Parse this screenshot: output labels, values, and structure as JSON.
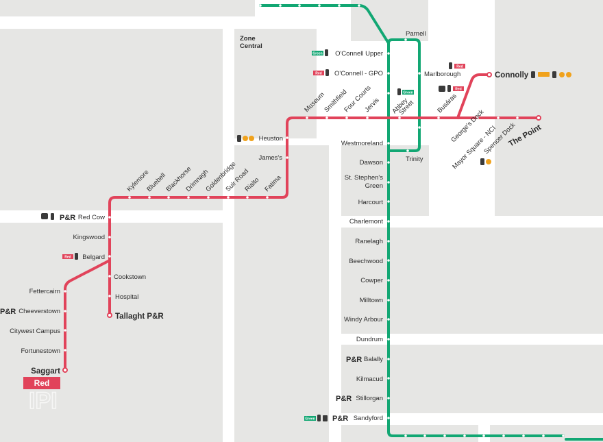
{
  "map": {
    "zone_label": "Zone Central",
    "zone_label_lines": [
      "Zone",
      "Central"
    ],
    "line_legend": "Red",
    "watermark": "IPI",
    "colors": {
      "red_line": "#e1435a",
      "green_line": "#12a773",
      "block": "#e6e6e4",
      "road": "#ffffff",
      "accent": "#f0a21c"
    },
    "badge_red": "Red",
    "badge_green": "Green",
    "park_and_ride": "P&R",
    "red_line_stops": {
      "saggart_branch": [
        "Saggart",
        "Fortunestown",
        "Citywest Campus",
        "Cheeverstown",
        "Fettercairn"
      ],
      "tallaght_branch": [
        "Tallaght P&R",
        "Hospital",
        "Cookstown"
      ],
      "trunk": [
        "Belgard",
        "Kingswood",
        "Red Cow",
        "Kylemore",
        "Bluebell",
        "Blackhorse",
        "Drimnagh",
        "Goldenbridge",
        "Suir Road",
        "Rialto",
        "Fatima",
        "James's",
        "Heuston",
        "Museum",
        "Smithfield",
        "Four Courts",
        "Jervis",
        "Abbey Street",
        "Busáras",
        "George's Dock",
        "Mayor Square - NCI",
        "Spencer Dock",
        "The Point"
      ],
      "connolly_spur": [
        "Connolly"
      ]
    },
    "green_line_stops": [
      "O'Connell Upper",
      "O'Connell - GPO",
      "Parnell",
      "Marlborough",
      "Westmoreland",
      "Trinity",
      "Dawson",
      "St. Stephen's Green",
      "Harcourt",
      "Charlemont",
      "Ranelagh",
      "Beechwood",
      "Cowper",
      "Milltown",
      "Windy Arbour",
      "Dundrum",
      "Balally",
      "Kilmacud",
      "Stillorgan",
      "Sandyford"
    ],
    "labels": {
      "saggart": "Saggart",
      "fortunestown": "Fortunestown",
      "citywest": "Citywest Campus",
      "cheeverstown": "Cheeverstown",
      "fettercairn": "Fettercairn",
      "tallaght": "Tallaght P&R",
      "hospital": "Hospital",
      "cookstown": "Cookstown",
      "belgard": "Belgard",
      "kingswood": "Kingswood",
      "redcow": "Red Cow",
      "kylemore": "Kylemore",
      "bluebell": "Bluebell",
      "blackhorse": "Blackhorse",
      "drimnagh": "Drimnagh",
      "goldenbridge": "Goldenbridge",
      "suirroad": "Suir Road",
      "rialto": "Rialto",
      "fatima": "Fatima",
      "jamess": "James's",
      "heuston": "Heuston",
      "museum": "Museum",
      "smithfield": "Smithfield",
      "fourcourts": "Four Courts",
      "jervis": "Jervis",
      "abbey_1": "Abbey",
      "abbey_2": "Street",
      "busaras": "Busáras",
      "georgesdock": "George's Dock",
      "mayorsquare": "Mayor Square - NCI",
      "spencerdock": "Spencer Dock",
      "thepoint": "The Point",
      "connolly": "Connolly",
      "oconnellupper": "O'Connell Upper",
      "oconnellgpo": "O'Connell - GPO",
      "parnell": "Parnell",
      "marlborough": "Marlborough",
      "westmoreland": "Westmoreland",
      "trinity": "Trinity",
      "dawson": "Dawson",
      "ststephens_1": "St. Stephen's",
      "ststephens_2": "Green",
      "harcourt": "Harcourt",
      "charlemont": "Charlemont",
      "ranelagh": "Ranelagh",
      "beechwood": "Beechwood",
      "cowper": "Cowper",
      "milltown": "Milltown",
      "windyarbour": "Windy Arbour",
      "dundrum": "Dundrum",
      "balally": "Balally",
      "kilmacud": "Kilmacud",
      "stillorgan": "Stillorgan",
      "sandyford": "Sandyford"
    }
  }
}
